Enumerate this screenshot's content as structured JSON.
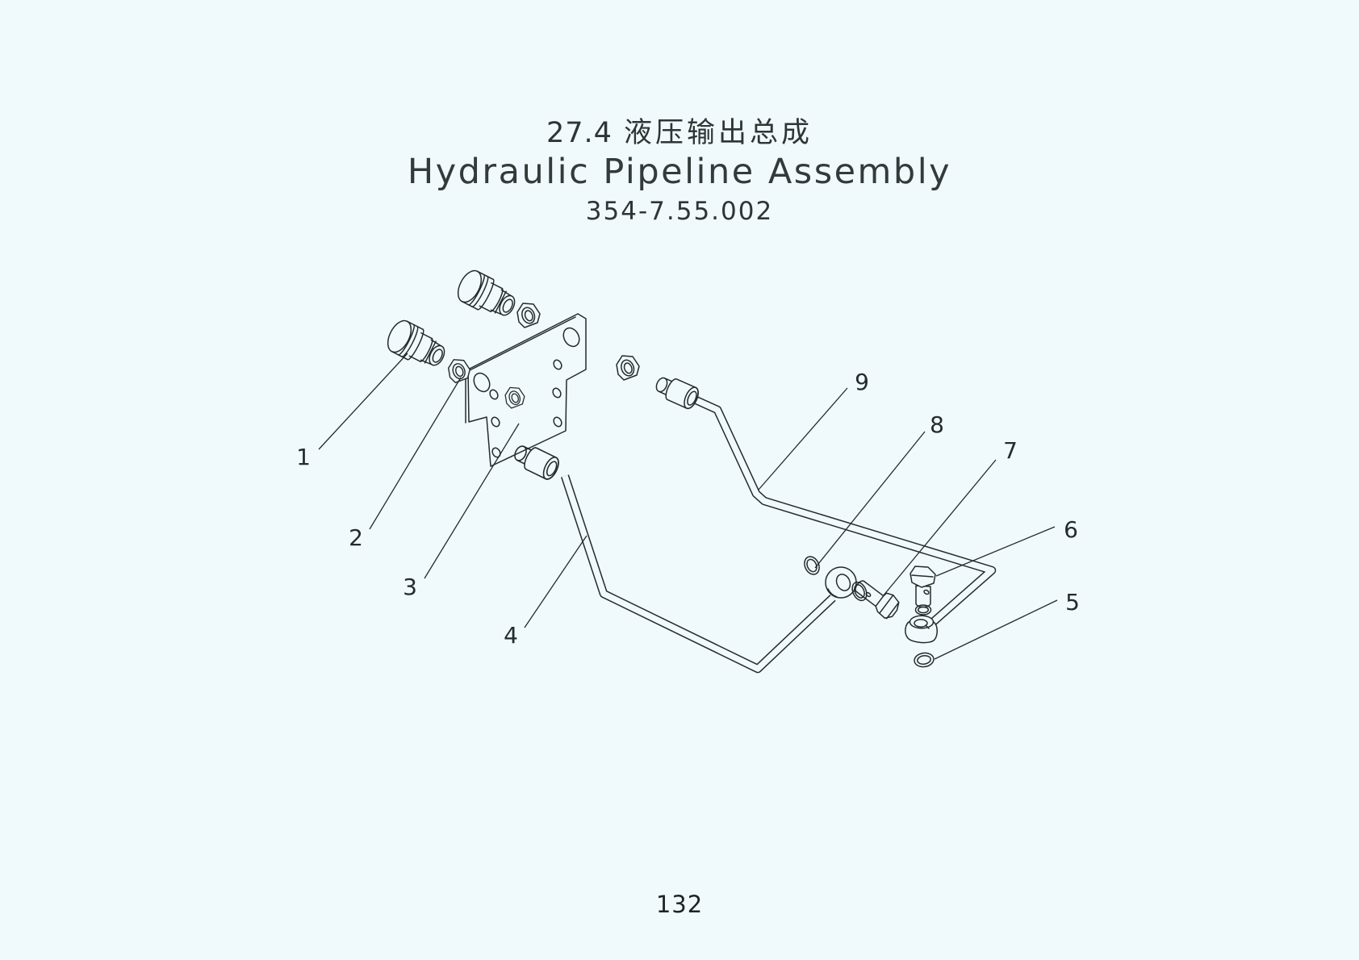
{
  "page": {
    "section_number": "27.4",
    "title_zh": "液压输出总成",
    "title_en": "Hydraulic Pipeline Assembly",
    "drawing_code": "354-7.55.002",
    "page_number": "132"
  },
  "figure": {
    "type": "exploded-isometric-parts-diagram",
    "callouts": [
      "1",
      "2",
      "3",
      "4",
      "5",
      "6",
      "7",
      "8",
      "9"
    ]
  },
  "colors": {
    "background": "#f0f9fc",
    "line": "#232b2b"
  }
}
